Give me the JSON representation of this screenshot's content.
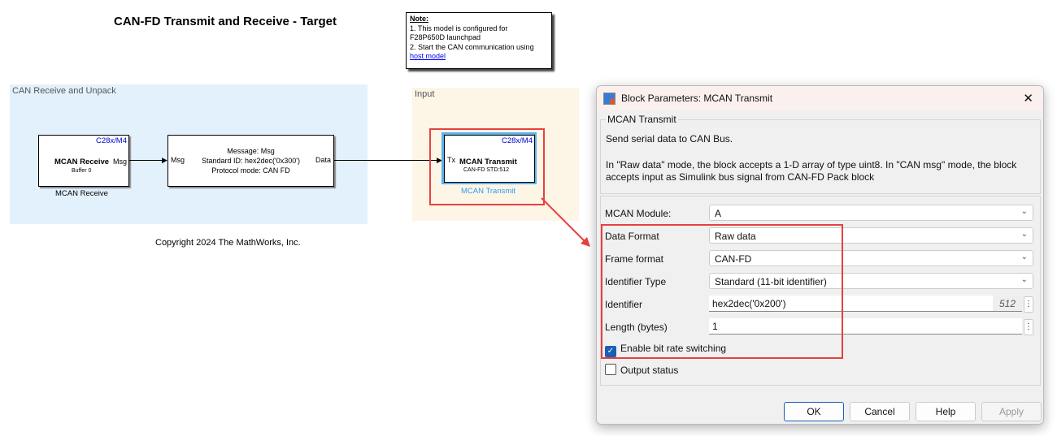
{
  "model": {
    "title": "CAN-FD Transmit and Receive - Target",
    "note": {
      "heading": "Note:",
      "line1": "1. This model is configured for",
      "line2": "F28P650D launchpad",
      "line3": "2. Start the CAN communication using",
      "link": "host model"
    },
    "area_receive": "CAN Receive and Unpack",
    "area_input": "Input",
    "receive_block": {
      "tag": "C28x/M4",
      "name": "MCAN Receive",
      "sub": "Buffer 0",
      "port": "Msg",
      "caption": "MCAN Receive"
    },
    "unpack_block": {
      "in": "Msg",
      "out": "Data",
      "line1": "Message: Msg",
      "line2": "Standard ID: hex2dec('0x300')",
      "line3": "Protocol mode: CAN FD"
    },
    "transmit_block": {
      "tag": "C28x/M4",
      "port": "Tx",
      "name": "MCAN Transmit",
      "sub": "CAN-FD STD:512",
      "caption": "MCAN Transmit"
    },
    "copyright": "Copyright 2024 The MathWorks, Inc."
  },
  "dialog": {
    "title": "Block Parameters: MCAN Transmit",
    "group": "MCAN Transmit",
    "desc1": "Send serial data to CAN Bus.",
    "desc2": "In \"Raw data\" mode, the block accepts a 1-D array of type uint8. In \"CAN msg\" mode, the block accepts input as Simulink bus signal from CAN-FD Pack block",
    "params": {
      "module_label": "MCAN Module:",
      "module": "A",
      "format_label": "Data Format",
      "format": "Raw data",
      "frame_label": "Frame format",
      "frame": "CAN-FD",
      "idtype_label": "Identifier Type",
      "idtype": "Standard (11-bit identifier)",
      "id_label": "Identifier",
      "id": "hex2dec('0x200')",
      "id_eval": "512",
      "len_label": "Length (bytes)",
      "len": "1",
      "brs_label": "Enable bit rate switching",
      "brs": true,
      "status_label": "Output status",
      "status": false
    },
    "buttons": {
      "ok": "OK",
      "cancel": "Cancel",
      "help": "Help",
      "apply": "Apply"
    }
  },
  "colors": {
    "highlight": "#e84040",
    "accent": "#1a5fb4"
  }
}
